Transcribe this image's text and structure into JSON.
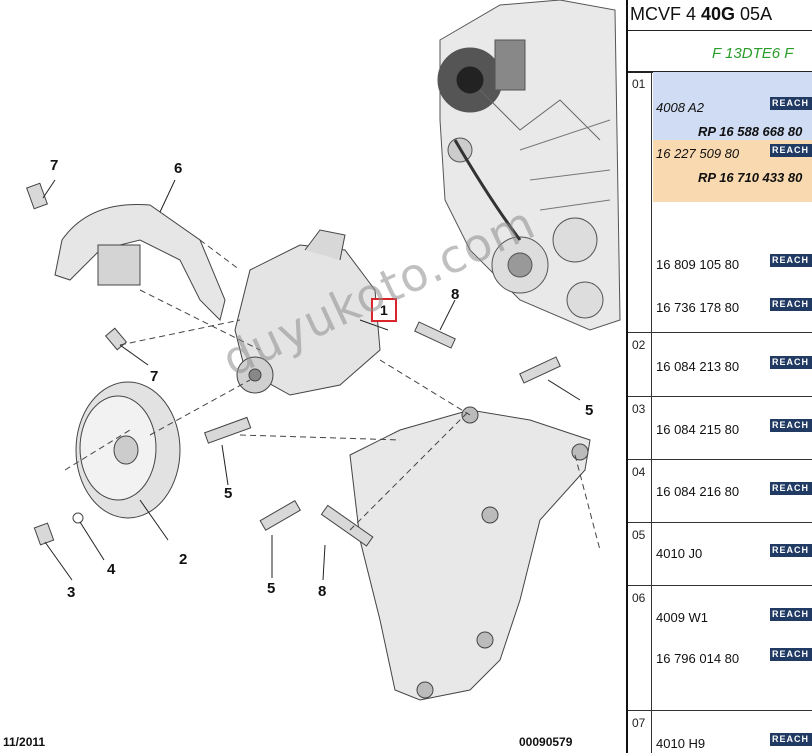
{
  "diagram": {
    "callouts": [
      "1",
      "2",
      "3",
      "4",
      "5",
      "5",
      "5",
      "6",
      "7",
      "7",
      "8",
      "8"
    ],
    "footer_date": "11/2011",
    "footer_code": "00090579",
    "watermark": "duyukoto.com"
  },
  "panel": {
    "title_prefix": "MCVF 4 ",
    "title_bold": "40G",
    "title_suffix": " 05A",
    "engine": "F 13DTE6 F",
    "reach_label": "REACH",
    "rows": [
      {
        "num": "01",
        "refs": [
          "4008 A2",
          "RP 16 588 668 80",
          "16 227 509 80",
          "RP 16 710 433 80",
          "16 809 105 80",
          "16 736 178 80"
        ]
      },
      {
        "num": "02",
        "refs": [
          "16 084 213 80"
        ]
      },
      {
        "num": "03",
        "refs": [
          "16 084 215 80"
        ]
      },
      {
        "num": "04",
        "refs": [
          "16 084 216 80"
        ]
      },
      {
        "num": "05",
        "refs": [
          "4010 J0"
        ]
      },
      {
        "num": "06",
        "refs": [
          "4009 W1",
          "16 796 014 80"
        ]
      },
      {
        "num": "07",
        "refs": [
          "4010 H9"
        ]
      }
    ]
  },
  "colors": {
    "highlight_blue": "#cfdcf3",
    "highlight_orange": "#f9d9b0",
    "reach_badge": "#203a63",
    "engine_text": "#2a9d2a",
    "callout_border": "#d9262c"
  }
}
